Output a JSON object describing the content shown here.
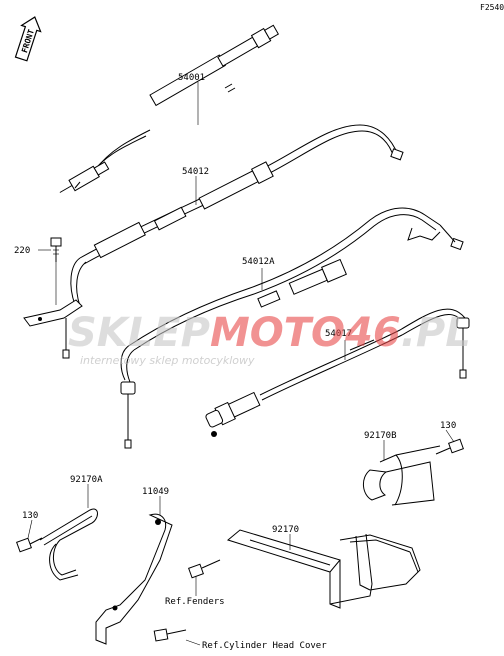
{
  "diagram_code": "F2540",
  "front_arrow_text": "FRONT",
  "watermark": {
    "part1": "SKLEP",
    "part2": "MOTO",
    "part3": "46",
    "suffix": ".PL",
    "tagline": "internetowy sklep motocyklowy",
    "color_gray": "#c8c8c8",
    "color_red": "#e84a4a"
  },
  "labels": {
    "p54001": "54001",
    "p54012": "54012",
    "p54012a": "54012A",
    "p54017": "54017",
    "p220": "220",
    "p92170b": "92170B",
    "p130_right": "130",
    "p92170a": "92170A",
    "p130_left": "130",
    "p11049": "11049",
    "p92170": "92170",
    "ref_fenders": "Ref.Fenders",
    "ref_cylinder": "Ref.Cylinder Head Cover"
  }
}
